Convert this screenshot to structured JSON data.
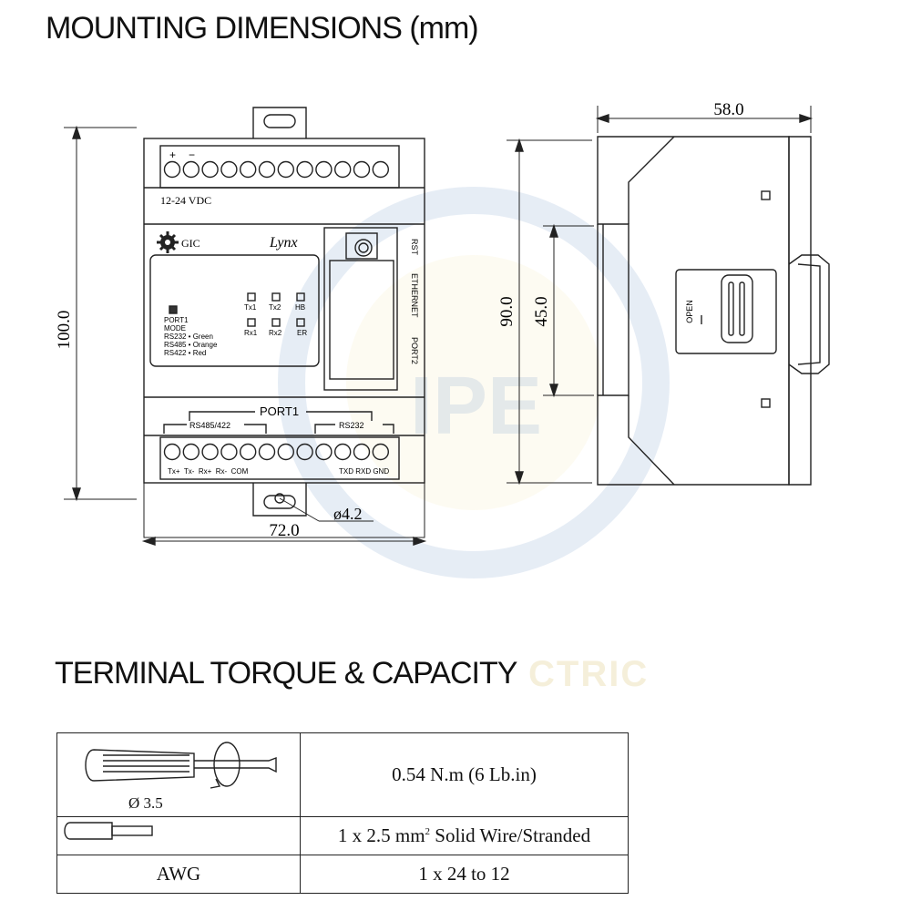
{
  "headings": {
    "mounting": "MOUNTING DIMENSIONS (mm)",
    "terminal": "TERMINAL TORQUE & CAPACITY"
  },
  "front_view": {
    "dim_height": "100.0",
    "dim_width": "72.0",
    "dim_hole": "ø4.2",
    "top_terminal_plus": "+",
    "top_terminal_minus": "−",
    "supply_label": "12-24 VDC",
    "brand": "GIC",
    "model": "Lynx",
    "port1_mode_lines": [
      "PORT1",
      "MODE",
      "RS232 • Green",
      "RS485 • Orange",
      "RS422 • Red"
    ],
    "leds_top": [
      "Tx1",
      "Tx2",
      "HB"
    ],
    "leds_bottom": [
      "Rx1",
      "Rx2",
      "ER"
    ],
    "side_labels": [
      "RST",
      "ETHERNET",
      "PORT2"
    ],
    "port1_label": "PORT1",
    "rs485_label": "RS485/422",
    "rs232_label": "RS232",
    "bottom_terminal_labels_left": "Tx+  Tx-  Rx+  Rx-  COM",
    "bottom_terminal_labels_right": "TXD RXD GND"
  },
  "side_view": {
    "dim_depth": "58.0",
    "dim_height": "90.0",
    "dim_inner": "45.0",
    "open_label": "OPEN"
  },
  "watermark": {
    "main": "IPE",
    "sub": "CTRIC"
  },
  "torque_table": {
    "screwdriver_size": "Ø 3.5",
    "torque": "0.54 N.m (6 Lb.in)",
    "wire_capacity_prefix": "1 x 2.5 mm",
    "wire_capacity_sup": "2",
    "wire_capacity_suffix": " Solid Wire/Stranded",
    "awg_label": "AWG",
    "awg_range": "1 x 24 to 12"
  }
}
